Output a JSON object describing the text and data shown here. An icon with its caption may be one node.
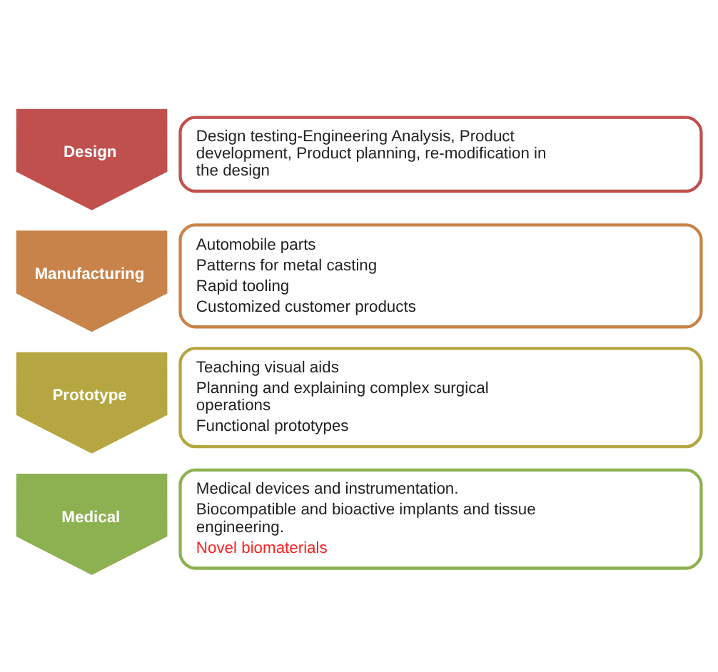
{
  "diagram": {
    "nodes": [
      {
        "text": [
          "Design"
        ]
      },
      {
        "text": [
          "Design testing-Engineering Analysis, Product development, Product planning, re-modification in the design"
        ]
      },
      {
        "text": [
          "Manufacturing"
        ]
      },
      {
        "text": [
          "Automobile parts",
          "Patterns for metal casting",
          "Rapid tooling",
          "Customized customer products"
        ]
      },
      {
        "text": [
          "Prototype"
        ]
      },
      {
        "text": [
          "Teaching visual aids",
          "Planning and explaining complex surgical operations",
          "Functional prototypes"
        ]
      },
      {
        "text": [
          "Medical"
        ]
      },
      {
        "text": [
          "Medical devices and instrumentation.",
          "Biocompatible and bioactive implants and tissue engineering.",
          "Novel biomaterials"
        ]
      }
    ],
    "edges": []
  }
}
